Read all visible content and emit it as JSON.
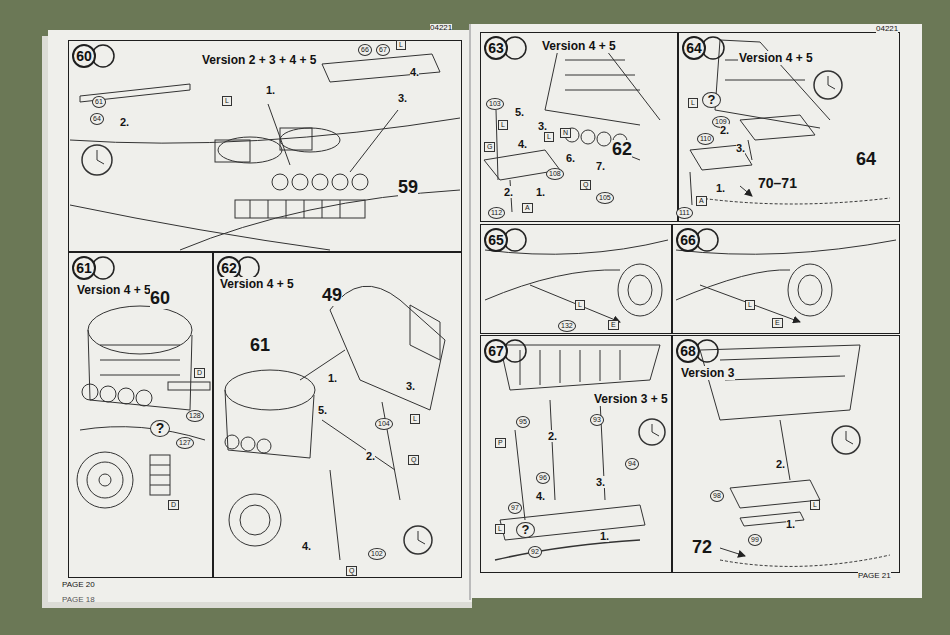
{
  "diagram": {
    "nodes": [
      {
        "text": [
          "60",
          "Version 2 + 3 + 4 + 5"
        ]
      },
      {
        "text": [
          "61",
          "Version 4 + 5"
        ]
      },
      {
        "text": [
          "62",
          "Version 4 + 5"
        ]
      },
      {
        "text": [
          "63",
          "Version 4 + 5"
        ]
      },
      {
        "text": [
          "64",
          "Version 4 + 5"
        ]
      },
      {
        "text": [
          "65"
        ]
      },
      {
        "text": [
          "66"
        ]
      },
      {
        "text": [
          "67",
          "Version 3 + 5"
        ]
      },
      {
        "text": [
          "68",
          "Version 3"
        ]
      }
    ],
    "labels": [
      "04221",
      "04221",
      "PAGE 20",
      "PAGE 18",
      "PAGE 21",
      "61",
      "64",
      "2.",
      "1.",
      "66",
      "67",
      "L",
      "L",
      "4.",
      "3.",
      "59",
      "60",
      "D",
      "128",
      "127",
      "D",
      "49",
      "61",
      "1.",
      "5.",
      "3.",
      "104",
      "L",
      "2.",
      "Q",
      "4.",
      "102",
      "Q",
      "103",
      "5.",
      "L",
      "4.",
      "G",
      "3.",
      "N",
      "L",
      "6.",
      "7.",
      "62",
      "108",
      "2.",
      "1.",
      "Q",
      "105",
      "A",
      "112",
      "L",
      "109",
      "2.",
      "3.",
      "110",
      "1.",
      "A",
      "111",
      "64",
      "70–71",
      "L",
      "E",
      "132",
      "L",
      "E",
      "93",
      "95",
      "2.",
      "P",
      "94",
      "96",
      "3.",
      "4.",
      "97",
      "L",
      "92",
      "1.",
      "2.",
      "L",
      "98",
      "1.",
      "99",
      "72",
      "?",
      "?",
      "?"
    ]
  }
}
